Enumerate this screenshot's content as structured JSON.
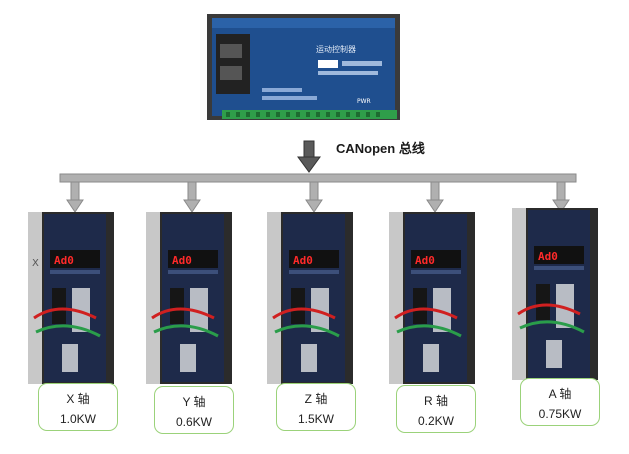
{
  "bus": {
    "label": "CANopen 总线",
    "arrow_color": "#5a5a5a",
    "bar_color": "#b0b0b0"
  },
  "controller": {
    "title": "运动控制器",
    "brand": "PWR",
    "body_color": "#1f4f8f"
  },
  "drives": [
    {
      "axis": "X 轴",
      "power": "1.0KW",
      "display": "Ad0"
    },
    {
      "axis": "Y 轴",
      "power": "0.6KW",
      "display": "Ad0"
    },
    {
      "axis": "Z 轴",
      "power": "1.5KW",
      "display": "Ad0"
    },
    {
      "axis": "R 轴",
      "power": "0.2KW",
      "display": "Ad0"
    },
    {
      "axis": "A 轴",
      "power": "0.75KW",
      "display": "Ad0"
    }
  ],
  "colors": {
    "box_border": "#9bd27a",
    "drive_body": "#1e2a4a",
    "display_led": "#ff2a2a"
  }
}
